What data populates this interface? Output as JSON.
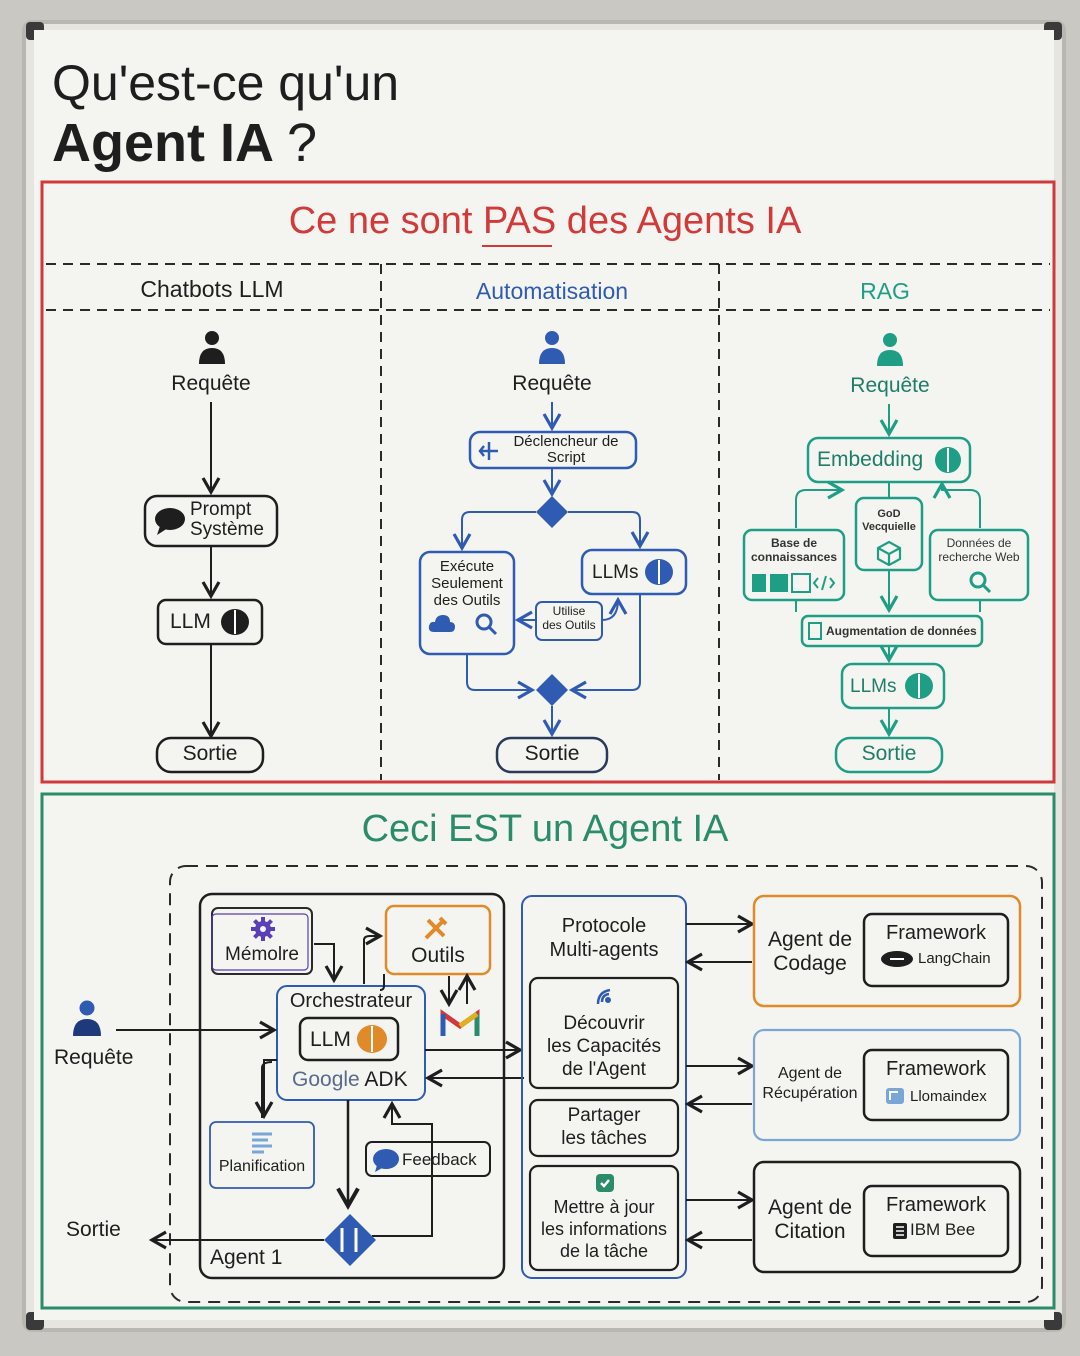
{
  "title": {
    "line1": "Qu'est-ce qu'un",
    "line2": "Agent IA",
    "q": "?"
  },
  "not_agents": {
    "heading_pre": "Ce ne sont ",
    "heading_pas": "PAS",
    "heading_post": " des Agents IA",
    "chatbot": {
      "title": "Chatbots LLM",
      "request": "Requête",
      "prompt": "Prompt\nSystème",
      "llm": "LLM",
      "output": "Sortie"
    },
    "automation": {
      "title": "Automatisation",
      "request": "Requête",
      "trigger": "Déclencheur de\nScript",
      "exec": "Exécute\nSeulement\ndes Outils",
      "llms": "LLMs",
      "uses": "Utilise\ndes Outils",
      "output": "Sortie"
    },
    "rag": {
      "title": "RAG",
      "request": "Requête",
      "embedding": "Embedding",
      "knowledge": "Base de\nconnaissances",
      "vector": "GoD\nVecquielle",
      "web": "Données de\nrecherche Web",
      "augment": "Augmentation de données",
      "llms": "LLMs",
      "output": "Sortie"
    }
  },
  "agent": {
    "heading": "Ceci EST un Agent IA",
    "request": "Requête",
    "output": "Sortie",
    "memory": "Mémolre",
    "tools": "Outils",
    "orchestrator": "Orchestrateur",
    "llm": "LLM",
    "adk_google": "Google",
    "adk": "ADK",
    "planning": "Planification",
    "feedback": "Feedback",
    "agent1": "Agent 1",
    "protocol": "Protocole\nMulti-agents",
    "discover": "Découvrir\nles Capacités\nde l'Agent",
    "share": "Partager\nles tâches",
    "update": "Mettre à jour\nles informations\nde la tâche",
    "coding_agent": "Agent de\nCodage",
    "retrieval_agent": "Agent de\nRécupération",
    "citation_agent": "Agent de\nCitation",
    "framework": "Framework",
    "fw_langchain": "LangChain",
    "fw_llama": "Llomaindex",
    "fw_ibm": "IBM Bee"
  },
  "colors": {
    "red": "#d23a3a",
    "blue": "#2f5bb3",
    "teal": "#1f9e86",
    "green": "#2a8c6a",
    "orange": "#e08a2a",
    "dark": "#1e1e1e"
  }
}
